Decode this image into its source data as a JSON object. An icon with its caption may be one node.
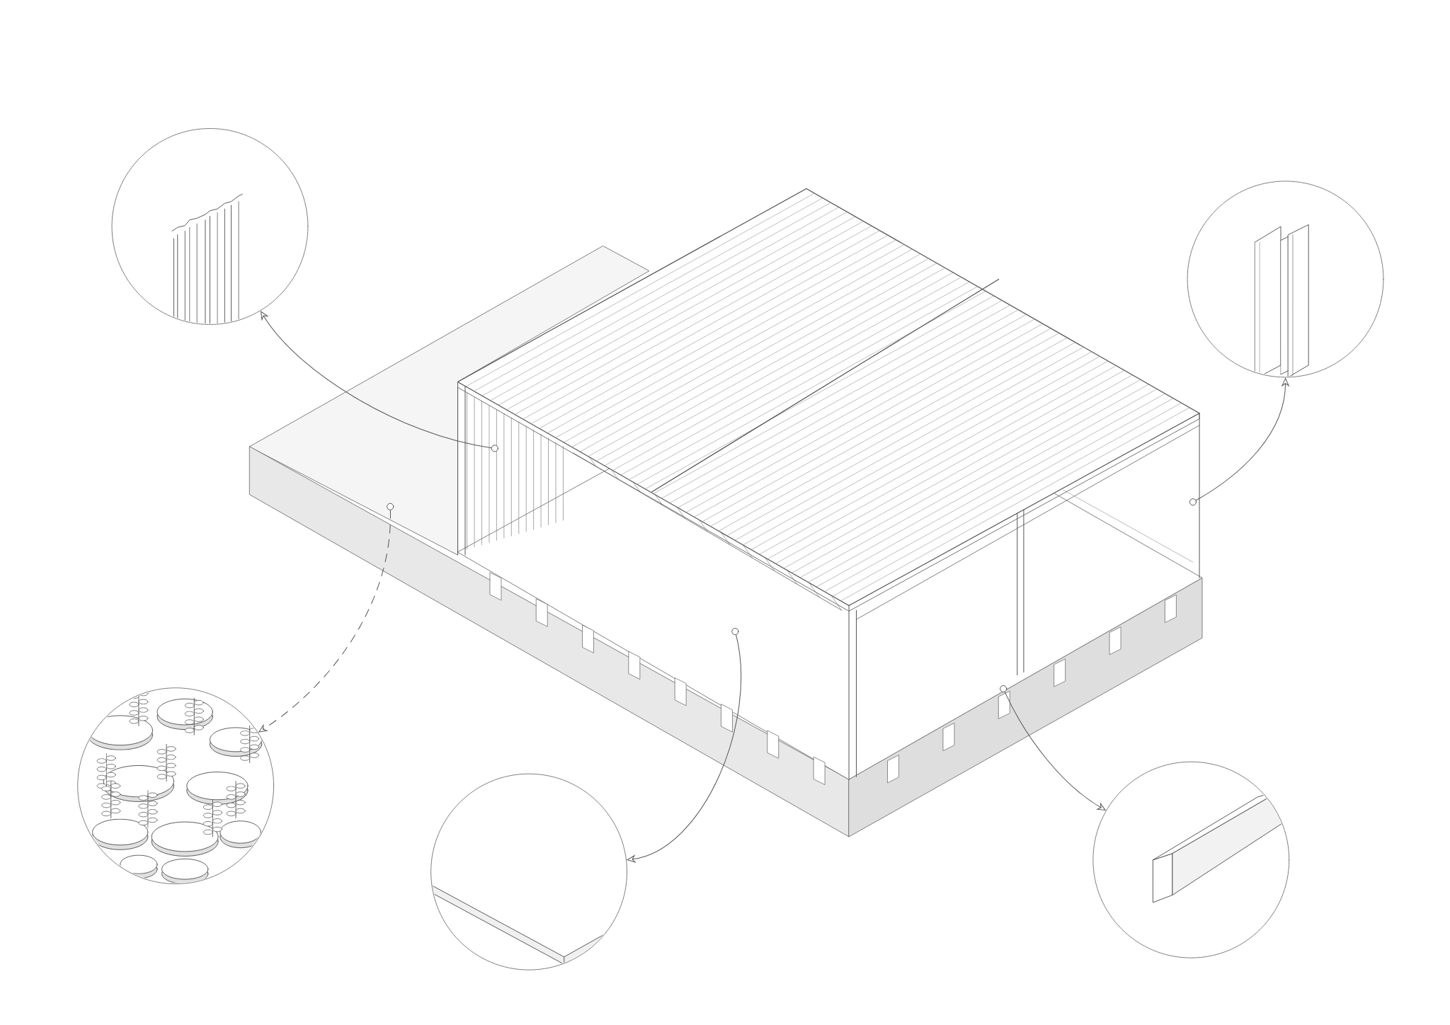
{
  "diagram": {
    "nodes": [
      {
        "text": [],
        "shape": "picture"
      },
      {
        "text": [],
        "shape": "picture"
      },
      {
        "text": [],
        "shape": "circle"
      },
      {
        "text": [],
        "shape": "circle"
      },
      {
        "text": [],
        "shape": "circle"
      },
      {
        "text": [],
        "shape": "circle"
      },
      {
        "text": [],
        "shape": "circle"
      },
      {
        "text": [],
        "shape": "picture"
      },
      {
        "text": [],
        "shape": "picture"
      },
      {
        "text": [],
        "shape": "picture"
      }
    ],
    "edges": [
      {
        "from": 2,
        "to": 0,
        "arrow": "to"
      },
      {
        "from": 4,
        "to": 1,
        "arrow": "to"
      },
      {
        "from": 3,
        "to": 7,
        "arrow": "to",
        "style": "dashed"
      },
      {
        "from": 5,
        "to": 8,
        "arrow": "to"
      },
      {
        "from": 6,
        "to": 9,
        "arrow": "to"
      }
    ]
  }
}
